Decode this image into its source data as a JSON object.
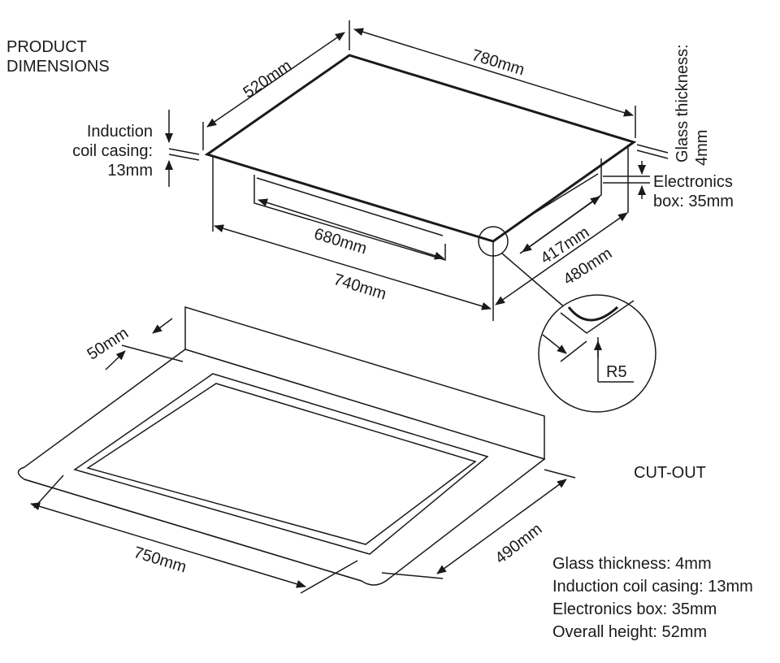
{
  "header": {
    "line1": "PRODUCT",
    "line2": "DIMENSIONS"
  },
  "hob": {
    "depth_label": "520mm",
    "width_label": "780mm",
    "glass": {
      "line1": "Glass thickness:",
      "line2": "4mm"
    },
    "coil": {
      "line1": "Induction",
      "line2": "coil casing:",
      "line3": "13mm"
    },
    "electronics": {
      "line1": "Electronics",
      "line2": "box: 35mm"
    },
    "inner_width_label": "680mm",
    "base_width_label": "740mm",
    "inner_depth_label": "417mm",
    "base_depth_label": "480mm",
    "radius_label": "R5"
  },
  "cutout": {
    "title": "CUT-OUT",
    "offset_label": "50mm",
    "width_label": "750mm",
    "depth_label": "490mm"
  },
  "specs": [
    "Glass thickness: 4mm",
    "Induction coil casing: 13mm",
    "Electronics box: 35mm",
    "Overall height: 52mm"
  ]
}
